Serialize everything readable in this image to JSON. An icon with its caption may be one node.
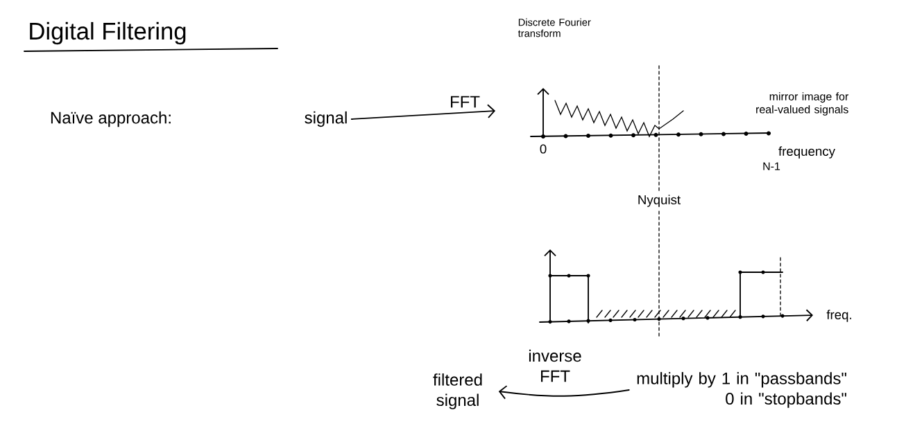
{
  "diagram": {
    "title": "Digital Filtering",
    "nodes": [
      {
        "text": [
          "signal"
        ]
      },
      {
        "text": [],
        "shape": "graph"
      },
      {
        "text": [
          "multiply by 1 in \"passbands\" 0 in \"stopbands\""
        ]
      },
      {
        "text": [
          "filtered signal"
        ]
      }
    ],
    "edges": [
      {
        "from": 0,
        "to": 1,
        "arrow": "to",
        "label": "FFT"
      },
      {
        "from": 2,
        "to": 3,
        "arrow": "to",
        "label": "inverse FFT"
      }
    ],
    "labels": [
      "Naïve approach:",
      "Discrete Fourier transform",
      "mirror image for real-valued signals",
      "0",
      "frequency",
      "N-1",
      "Nyquist",
      "freq."
    ]
  }
}
